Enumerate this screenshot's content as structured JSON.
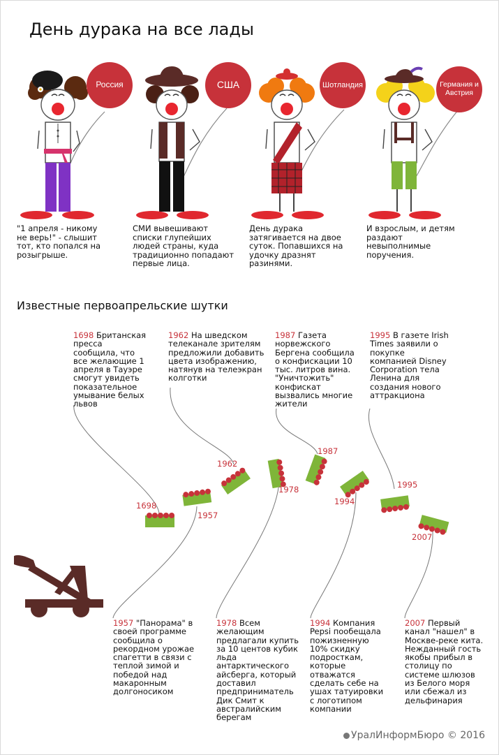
{
  "title": "День дурака на все лады",
  "section_title": "Известные первоапрельские шутки",
  "colors": {
    "accent": "#c7323a",
    "green": "#7fb539",
    "brown": "#5a2b27"
  },
  "clowns": [
    {
      "country": "Россия",
      "text": "\"1 апреля - никому не верь!\" - слышит тот, кто попался на розыгрыше."
    },
    {
      "country": "США",
      "text": "СМИ вывешивают списки глупейших людей страны, куда традиционно попадают первые лица."
    },
    {
      "country": "Шотландия",
      "text": "День дурака затягивается на двое суток. Попавшихся на удочку дразнят разинями."
    },
    {
      "country": "Германия и Австрия",
      "text": "И взрослым, и детям раздают невыполнимые поручения."
    }
  ],
  "jokes": [
    {
      "year": "1698",
      "text": "Британская пресса сообщила, что все желающие 1 апреля в Тауэре смогут увидеть показательное умывание белых львов"
    },
    {
      "year": "1962",
      "text": "На шведском телеканале зрителям предложили добавить цвета изображению, натянув на телеэкран колготки"
    },
    {
      "year": "1987",
      "text": "Газета норвежского Бергена сообщила о конфискации 10 тыс. литров вина. \"Уничтожить\" конфискат вызвались многие жители"
    },
    {
      "year": "1995",
      "text": "В газете Irish Times заявили о покупке компанией Disney Corporation тела Ленина для создания нового аттракциона"
    },
    {
      "year": "1957",
      "text": "\"Панорама\" в своей программе сообщила о рекордном урожае спагетти в связи  с теплой зимой и победой над макаронным долгоносиком"
    },
    {
      "year": "1978",
      "text": "Всем желающим предлагали купить за 10 центов кубик льда антарктического айсберга, который доставил предприниматель Дик Смит к австралийским берегам"
    },
    {
      "year": "1994",
      "text": "Компания Pepsi пообещала пожизненную 10% скидку подросткам, которые отважатся сделать себе на ушах татуировки с логотипом компании"
    },
    {
      "year": "2007",
      "text": "Первый канал \"нашел\" в Москве-реке кита. Нежданный гость якобы прибыл в столицу по системе шлюзов из Белого моря или сбежал из дельфинария"
    }
  ],
  "footer": {
    "brand": "УралИнформБюро",
    "copyright": "© 2016"
  }
}
